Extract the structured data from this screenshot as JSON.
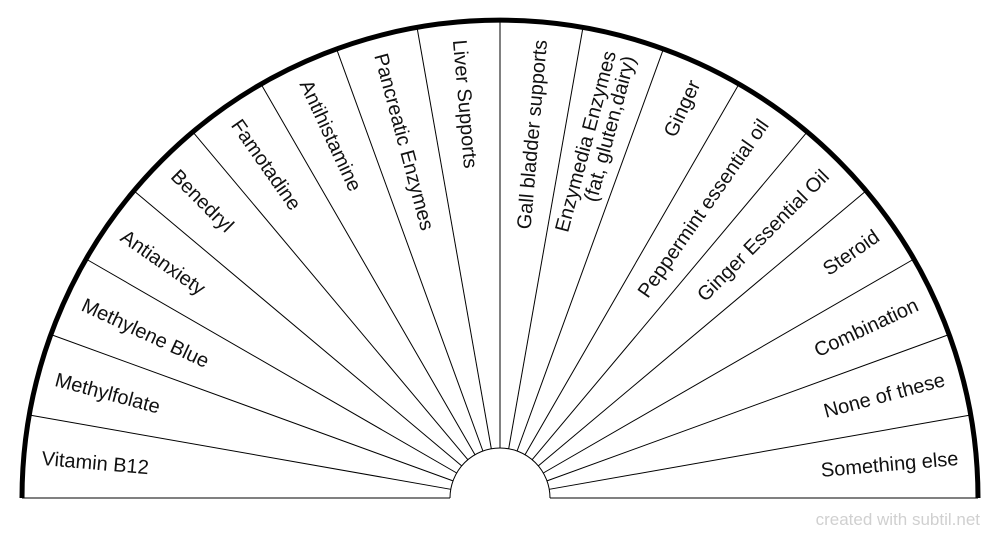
{
  "chart": {
    "segments": [
      "Vitamin B12",
      "Methylfolate",
      "Methylene Blue",
      "Antianxiety",
      "Benedryl",
      "Famotadine",
      "Antihistamine",
      "Pancreatic Enzymes",
      "Liver Supports",
      "Gall bladder supports",
      [
        "Enzymedia Enzymes",
        "(fat, gluten,dairy)"
      ],
      "Ginger",
      "Peppermint essential oil",
      "Ginger Essential Oil",
      "Steroid",
      "Combination",
      "None of these",
      "Something else"
    ]
  },
  "footer": {
    "credit": "created with subtil.net"
  },
  "colors": {
    "line": "#000000",
    "text": "#111111",
    "credit": "#d0d0d0",
    "background": "#ffffff"
  }
}
